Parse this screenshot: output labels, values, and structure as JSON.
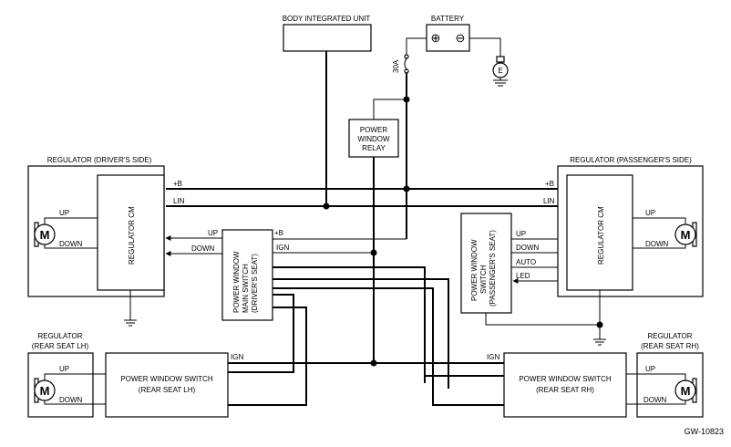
{
  "figure_id": "GW-10823",
  "components": {
    "body_integrated_unit": "BODY INTEGRATED UNIT",
    "battery": "BATTERY",
    "battery_plus": "⊕",
    "battery_minus": "⊖",
    "ground_symbol": "E",
    "fuse": "30A",
    "relay": [
      "POWER",
      "WINDOW",
      "RELAY"
    ],
    "reg_driver_title": "REGULATOR (DRIVER'S SIDE)",
    "reg_passenger_title": "REGULATOR (PASSENGER'S SIDE)",
    "regulator_cm": "REGULATOR CM",
    "motor": "M",
    "main_switch": [
      "POWER WINDOW",
      "MAIN SWITCH",
      "(DRIVER'S SEAT)"
    ],
    "passenger_switch": [
      "POWER WINDOW",
      "SWITCH",
      "(PASSENGER'S SEAT)"
    ],
    "rear_lh_title": [
      "REGULATOR",
      "(REAR SEAT LH)"
    ],
    "rear_rh_title": [
      "REGULATOR",
      "(REAR SEAT RH)"
    ],
    "rear_lh_switch": [
      "POWER WINDOW SWITCH",
      "(REAR SEAT LH)"
    ],
    "rear_rh_switch": [
      "POWER WINDOW SWITCH",
      "(REAR SEAT RH)"
    ]
  },
  "signals": {
    "plus_b": "+B",
    "lin": "LIN",
    "up": "UP",
    "down": "DOWN",
    "ign": "IGN",
    "auto": "AUTO",
    "led": "LED"
  }
}
